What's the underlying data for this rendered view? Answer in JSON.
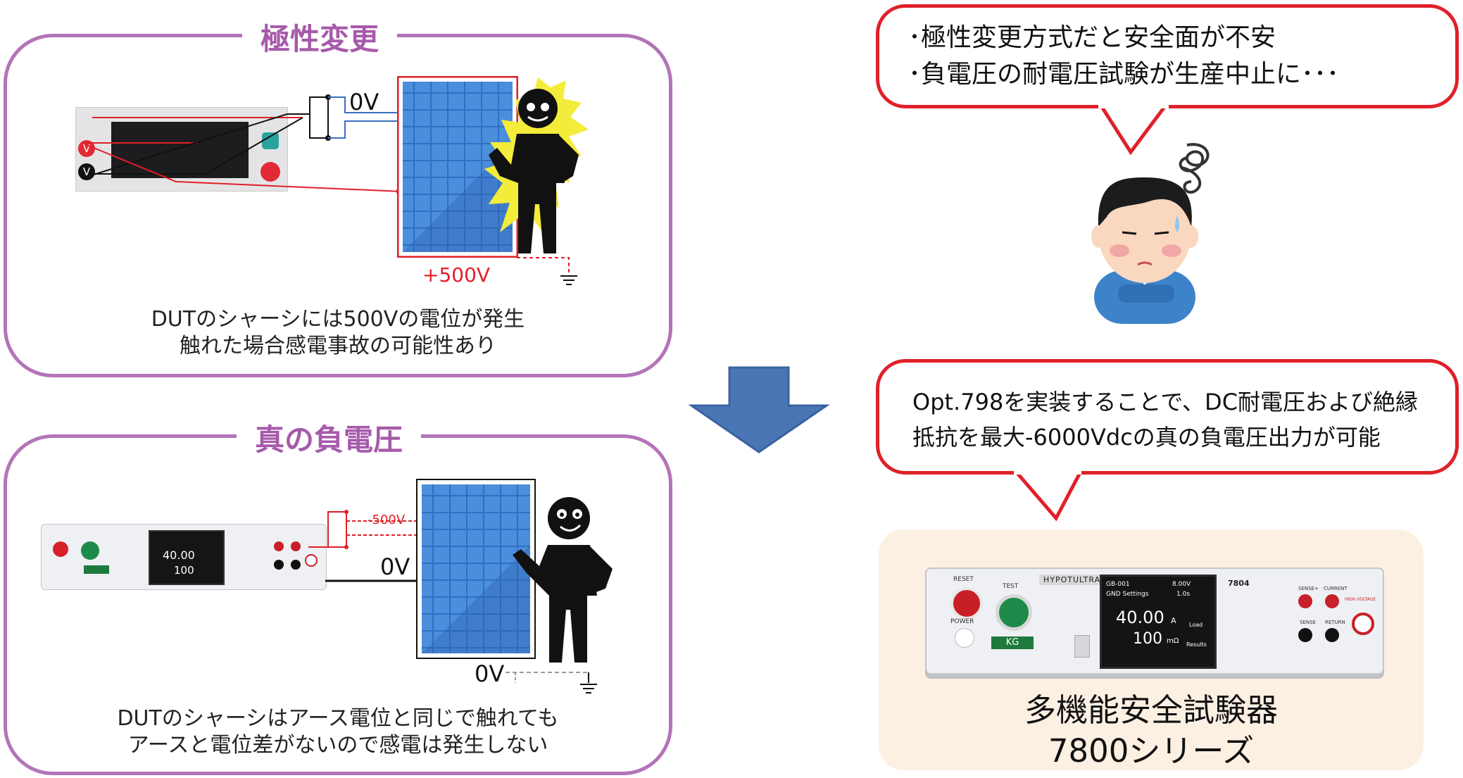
{
  "colors": {
    "panel_border": "#b374b8",
    "panel_title": "#a65aaa",
    "bubble_border": "#e0202a",
    "arrow": "#4a76b6",
    "product_bg": "#fcf0e3",
    "voltage_red": "#e0202a",
    "wire_blue": "#3a6fc0"
  },
  "panel_top": {
    "title": "極性変更",
    "label_0v": "0V",
    "label_500v": "+500V",
    "terminal_red": "V",
    "terminal_black": "V",
    "caption_line1": "DUTのシャーシには500Vの電位が発生",
    "caption_line2": "触れた場合感電事故の可能性あり"
  },
  "panel_bottom": {
    "title": "真の負電圧",
    "label_neg500v": "-500V",
    "label_0v_a": "0V",
    "label_0v_b": "0V",
    "caption_line1": "DUTのシャーシはアース電位と同じで触れても",
    "caption_line2": "アースと電位差がないので感電は発生しない",
    "device_readout_top": "40.00",
    "device_readout_bottom": "100"
  },
  "bubble_top": {
    "line1": "･極性変更方式だと安全面が不安",
    "line2": "･負電圧の耐電圧試験が生産中止に･･･"
  },
  "bubble_bottom": {
    "line1": "Opt.798を実装することで、DC耐電圧および絶縁",
    "line2": "抵抗を最大-6000Vdcの真の負電圧出力が可能"
  },
  "product": {
    "name_line1": "多機能安全試験器",
    "name_line2": "7800シリーズ",
    "brand": "HYPOTULTRA",
    "model": "7804",
    "screen_line1": "GB-001",
    "screen_settings": "GND  Settings",
    "screen_value1": "8.00V",
    "screen_value2": "1.0s",
    "readout_main": "40.00",
    "readout_unit": "A",
    "readout_sub": "100",
    "readout_sub_unit": "mΩ",
    "badge": "KG",
    "btn_reset": "RESET",
    "btn_test": "TEST",
    "btn_power": "POWER",
    "lbl_sense_plus": "SENSE+",
    "lbl_current": "CURRENT",
    "lbl_sense": "SENSE",
    "lbl_return": "RETURN",
    "lbl_load": "Load",
    "lbl_results": "Results",
    "lbl_warning": "HIGH VOLTAGE"
  }
}
